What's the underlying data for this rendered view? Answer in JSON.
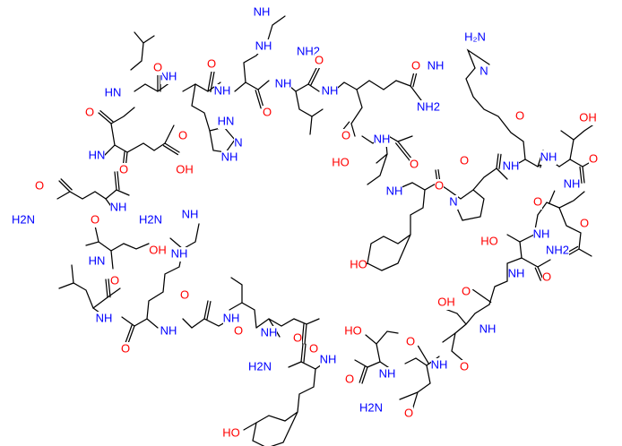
{
  "diagram": {
    "labels": {
      "nh": "NH",
      "hn": "HN",
      "n": "N",
      "o": "O",
      "oh": "OH",
      "ho": "HO",
      "nh2": "NH2",
      "h2n": "H2N",
      "h2n_alt": "H₂N"
    },
    "colors": {
      "carbon": "#000000",
      "nitrogen": "#0000ff",
      "oxygen": "#ff0000",
      "background": "#ffffff"
    }
  }
}
